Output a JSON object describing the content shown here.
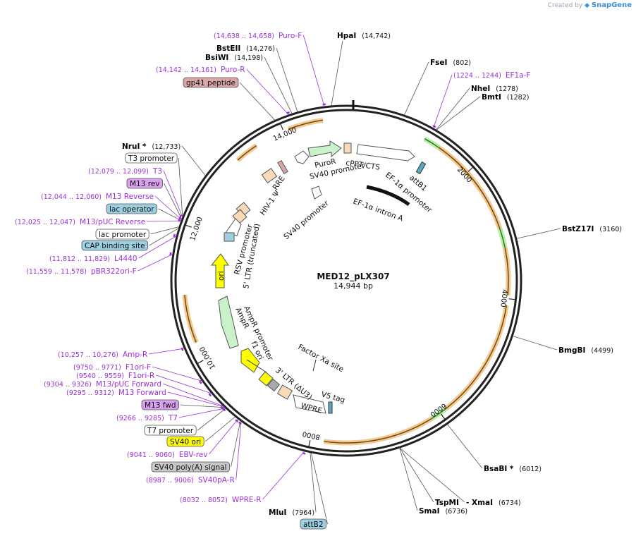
{
  "credit": {
    "prefix": "Created by",
    "brand": "SnapGene"
  },
  "plasmid": {
    "name": "MED12_pLX307",
    "size": "14,944 bp"
  },
  "ticks": [
    {
      "label": "2000",
      "pos": 2000
    },
    {
      "label": "4000",
      "pos": 4000
    },
    {
      "label": "6000",
      "pos": 6000
    },
    {
      "label": "8000",
      "pos": 8000
    },
    {
      "label": "10,000",
      "pos": 10000
    },
    {
      "label": "12,000",
      "pos": 12000
    },
    {
      "label": "14,000",
      "pos": 14000
    }
  ],
  "orange_arcs": [
    {
      "start": 1250,
      "end": 3950
    },
    {
      "start": 4100,
      "end": 5950
    },
    {
      "start": 6080,
      "end": 7800
    },
    {
      "start": 10280,
      "end": 11000
    },
    {
      "start": 13200,
      "end": 13550
    },
    {
      "start": 14080,
      "end": 14600
    }
  ],
  "green_arrows": [
    {
      "start": 1200,
      "end": 1450
    },
    {
      "start": 2950,
      "end": 3250
    },
    {
      "start": 5900,
      "end": 6150
    }
  ],
  "sites": [
    {
      "id": "hpai",
      "name": "HpaI",
      "coord": "(14,742)",
      "pos": 14742,
      "kind": "enzyme",
      "color": "#000000"
    },
    {
      "id": "fsei",
      "name": "FseI",
      "coord": "(802)",
      "pos": 802,
      "kind": "enzyme",
      "color": "#000000"
    },
    {
      "id": "ef1af",
      "name": "EF1a-F",
      "coord": "(1224 .. 1244)",
      "pos": 1234,
      "kind": "primer",
      "color": "#9b30d9"
    },
    {
      "id": "nhei",
      "name": "NheI",
      "coord": "(1278)",
      "pos": 1278,
      "kind": "enzyme",
      "color": "#000000"
    },
    {
      "id": "bmti",
      "name": "BmtI",
      "coord": "(1282)",
      "pos": 1282,
      "kind": "enzyme",
      "color": "#000000"
    },
    {
      "id": "bstz17i",
      "name": "BstZ17I",
      "coord": "(3160)",
      "pos": 3160,
      "kind": "enzyme",
      "color": "#000000"
    },
    {
      "id": "bmgbi",
      "name": "BmgBI",
      "coord": "(4499)",
      "pos": 4499,
      "kind": "enzyme",
      "color": "#000000"
    },
    {
      "id": "bsabi",
      "name": "BsaBI *",
      "coord": "(6012)",
      "pos": 6012,
      "kind": "enzyme",
      "color": "#000000"
    },
    {
      "id": "tspmi",
      "name": "TspMI",
      "coord": "",
      "pos": 6734,
      "kind": "enzyme",
      "color": "#000000"
    },
    {
      "id": "xmai",
      "name": "- XmaI",
      "coord": "(6734)",
      "pos": 6734,
      "kind": "enzyme",
      "color": "#000000"
    },
    {
      "id": "smai",
      "name": "SmaI",
      "coord": "(6736)",
      "pos": 6736,
      "kind": "enzyme",
      "color": "#000000"
    },
    {
      "id": "attb2",
      "name": "attB2",
      "coord": "",
      "pos": 7950,
      "kind": "feature-box",
      "color": "#9ccfe0"
    },
    {
      "id": "mlui",
      "name": "MluI",
      "coord": "(7964)",
      "pos": 7964,
      "kind": "enzyme",
      "color": "#000000"
    },
    {
      "id": "wprer",
      "name": "WPRE-R",
      "coord": "(8032 .. 8052)",
      "pos": 8042,
      "kind": "primer",
      "color": "#9b30d9"
    },
    {
      "id": "sv40par",
      "name": "SV40pA-R",
      "coord": "(8987 .. 9006)",
      "pos": 8996,
      "kind": "primer",
      "color": "#9b30d9"
    },
    {
      "id": "sv40polya",
      "name": "SV40 poly(A) signal",
      "coord": "",
      "pos": 9010,
      "kind": "feature-box",
      "color": "#c8c8c8"
    },
    {
      "id": "ebvrev",
      "name": "EBV-rev",
      "coord": "(9041 .. 9060)",
      "pos": 9050,
      "kind": "primer",
      "color": "#9b30d9"
    },
    {
      "id": "sv40ori",
      "name": "SV40 ori",
      "coord": "",
      "pos": 9100,
      "kind": "feature-box",
      "color": "#ffff00"
    },
    {
      "id": "t7prom",
      "name": "T7 promoter",
      "coord": "",
      "pos": 9270,
      "kind": "feature-box",
      "color": "#ffffff"
    },
    {
      "id": "t7",
      "name": "T7",
      "coord": "(9266 .. 9285)",
      "pos": 9275,
      "kind": "primer",
      "color": "#9b30d9"
    },
    {
      "id": "m13fwdbox",
      "name": "M13 fwd",
      "coord": "",
      "pos": 9290,
      "kind": "feature-box",
      "color": "#d9a0f0"
    },
    {
      "id": "m13forward",
      "name": "M13 Forward",
      "coord": "(9295 .. 9312)",
      "pos": 9303,
      "kind": "primer",
      "color": "#9b30d9"
    },
    {
      "id": "m13pucf",
      "name": "M13/pUC Forward",
      "coord": "(9304 .. 9326)",
      "pos": 9315,
      "kind": "primer",
      "color": "#9b30d9"
    },
    {
      "id": "f1orir",
      "name": "F1ori-R",
      "coord": "(9540 .. 9559)",
      "pos": 9550,
      "kind": "primer",
      "color": "#9b30d9"
    },
    {
      "id": "f1orif",
      "name": "F1ori-F",
      "coord": "(9750 .. 9771)",
      "pos": 9760,
      "kind": "primer",
      "color": "#9b30d9"
    },
    {
      "id": "ampr",
      "name": "Amp-R",
      "coord": "(10,257 .. 10,276)",
      "pos": 10266,
      "kind": "primer",
      "color": "#9b30d9"
    },
    {
      "id": "pbr322",
      "name": "pBR322ori-F",
      "coord": "(11,559 .. 11,578)",
      "pos": 11568,
      "kind": "primer",
      "color": "#9b30d9"
    },
    {
      "id": "l4440",
      "name": "L4440",
      "coord": "(11,812 .. 11,829)",
      "pos": 11820,
      "kind": "primer",
      "color": "#9b30d9"
    },
    {
      "id": "cap",
      "name": "CAP binding site",
      "coord": "",
      "pos": 11930,
      "kind": "feature-box",
      "color": "#9ccfe0"
    },
    {
      "id": "lacprom",
      "name": "lac promoter",
      "coord": "",
      "pos": 11950,
      "kind": "feature-box",
      "color": "#ffffff"
    },
    {
      "id": "m13pucr",
      "name": "M13/pUC Reverse",
      "coord": "(12,025 .. 12,047)",
      "pos": 12036,
      "kind": "primer",
      "color": "#9b30d9"
    },
    {
      "id": "lacop",
      "name": "lac operator",
      "coord": "",
      "pos": 12040,
      "kind": "feature-box",
      "color": "#9ccfe0"
    },
    {
      "id": "m13rev",
      "name": "M13 Reverse",
      "coord": "(12,044 .. 12,060)",
      "pos": 12052,
      "kind": "primer",
      "color": "#9b30d9"
    },
    {
      "id": "m13revbox",
      "name": "M13 rev",
      "coord": "",
      "pos": 12060,
      "kind": "feature-box",
      "color": "#d9a0f0"
    },
    {
      "id": "t3",
      "name": "T3",
      "coord": "(12,079 .. 12,099)",
      "pos": 12089,
      "kind": "primer",
      "color": "#9b30d9"
    },
    {
      "id": "t3prom",
      "name": "T3 promoter",
      "coord": "",
      "pos": 12090,
      "kind": "feature-box",
      "color": "#ffffff"
    },
    {
      "id": "nrui",
      "name": "NruI *",
      "coord": "(12,733)",
      "pos": 12733,
      "kind": "enzyme",
      "color": "#000000"
    },
    {
      "id": "gp41",
      "name": "gp41 peptide",
      "coord": "",
      "pos": 13950,
      "kind": "feature-box",
      "color": "#d9a6a6"
    },
    {
      "id": "puror",
      "name": "Puro-R",
      "coord": "(14,142 .. 14,161)",
      "pos": 14151,
      "kind": "primer",
      "color": "#9b30d9"
    },
    {
      "id": "bsiwi",
      "name": "BsiWI",
      "coord": "(14,198)",
      "pos": 14198,
      "kind": "enzyme",
      "color": "#000000"
    },
    {
      "id": "bsteii",
      "name": "BstEII",
      "coord": "(14,276)",
      "pos": 14276,
      "kind": "enzyme",
      "color": "#000000"
    },
    {
      "id": "purof",
      "name": "Puro-F",
      "coord": "(14,638 .. 14,658)",
      "pos": 14648,
      "kind": "primer",
      "color": "#9b30d9"
    }
  ],
  "inner_features": [
    {
      "id": "rre",
      "name": "RRE"
    },
    {
      "id": "hiv",
      "name": "HIV-1 Ψ"
    },
    {
      "id": "puro",
      "name": "PuroR"
    },
    {
      "id": "sv40p1",
      "name": "SV40 promoter"
    },
    {
      "id": "sv40p2",
      "name": "SV40 promoter"
    },
    {
      "id": "cppt",
      "name": "cPPT/CTS"
    },
    {
      "id": "ef1a",
      "name": "EF-1α promoter"
    },
    {
      "id": "attb1",
      "name": "attB1"
    },
    {
      "id": "ef1int",
      "name": "EF-1α intron A"
    },
    {
      "id": "rsv",
      "name": "RSV promoter"
    },
    {
      "id": "ltr5",
      "name": "5' LTR (truncated)"
    },
    {
      "id": "ori",
      "name": "ori"
    },
    {
      "id": "amprprom",
      "name": "AmpR promoter"
    },
    {
      "id": "ampr",
      "name": "AmpR"
    },
    {
      "id": "f1ori",
      "name": "f1 ori"
    },
    {
      "id": "factorxa",
      "name": "Factor Xa site"
    },
    {
      "id": "ltr3",
      "name": "3' LTR (ΔU3)"
    },
    {
      "id": "v5",
      "name": "V5 tag"
    },
    {
      "id": "wpre",
      "name": "WPRE"
    }
  ]
}
